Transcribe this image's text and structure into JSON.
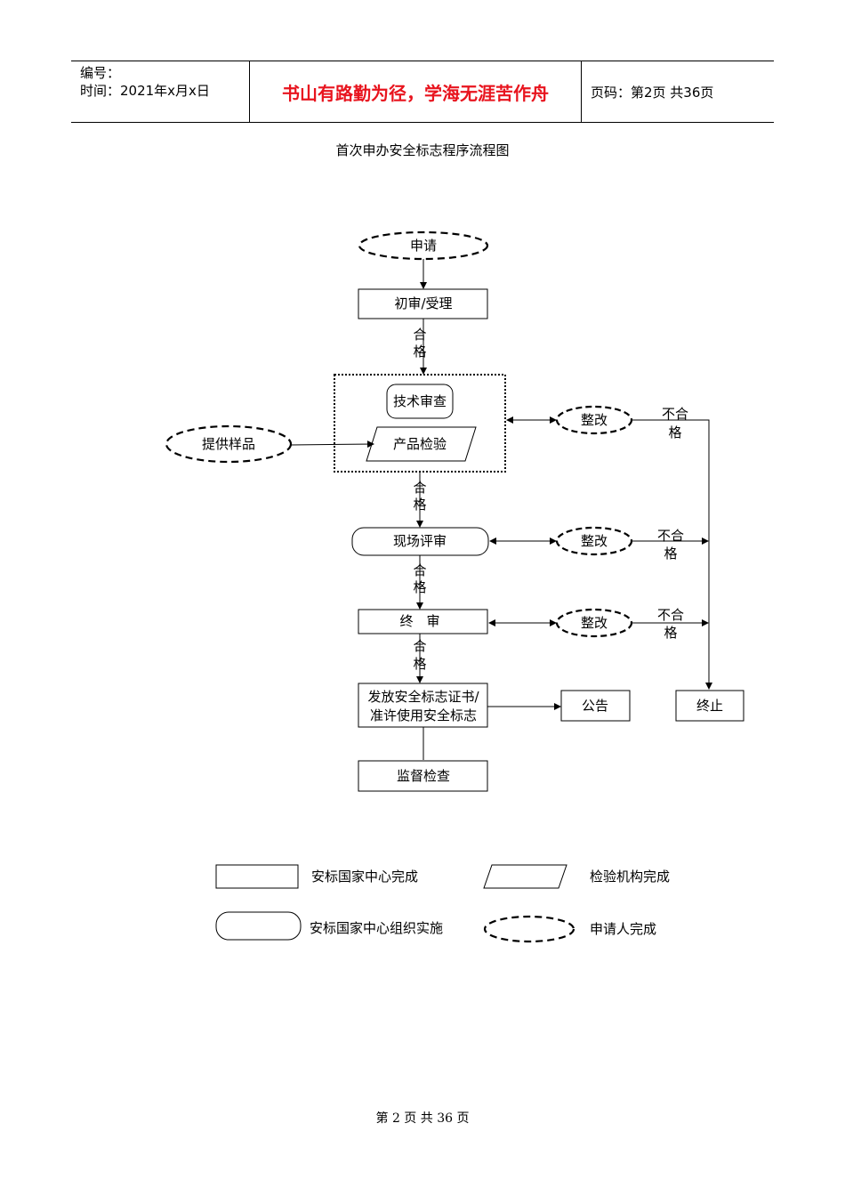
{
  "header": {
    "number_label": "编号：",
    "time_label": "时间：2021年x月x日",
    "motto": "书山有路勤为径，学海无涯苦作舟",
    "page_info": "页码：第2页  共36页"
  },
  "title": "首次申办安全标志程序流程图",
  "flow": {
    "apply": "申请",
    "initial_review": "初审/受理",
    "tech_review": "技术审查",
    "product_test": "产品检验",
    "provide_samples": "提供样品",
    "onsite_review": "现场评审",
    "final_review": "终　审",
    "issue_line1": "发放安全标志证书/",
    "issue_line2": "准许使用安全标志",
    "supervision": "监督检查",
    "announcement": "公告",
    "terminate": "终止",
    "rectify": "整改",
    "pass_1": "合",
    "pass_2": "格",
    "fail_1": "不合",
    "fail_2": "格"
  },
  "legend": {
    "center_complete": "安标国家中心完成",
    "lab_complete": "检验机构完成",
    "center_organize": "安标国家中心组织实施",
    "applicant_complete": "申请人完成"
  },
  "footer": "第 2 页 共 36 页"
}
